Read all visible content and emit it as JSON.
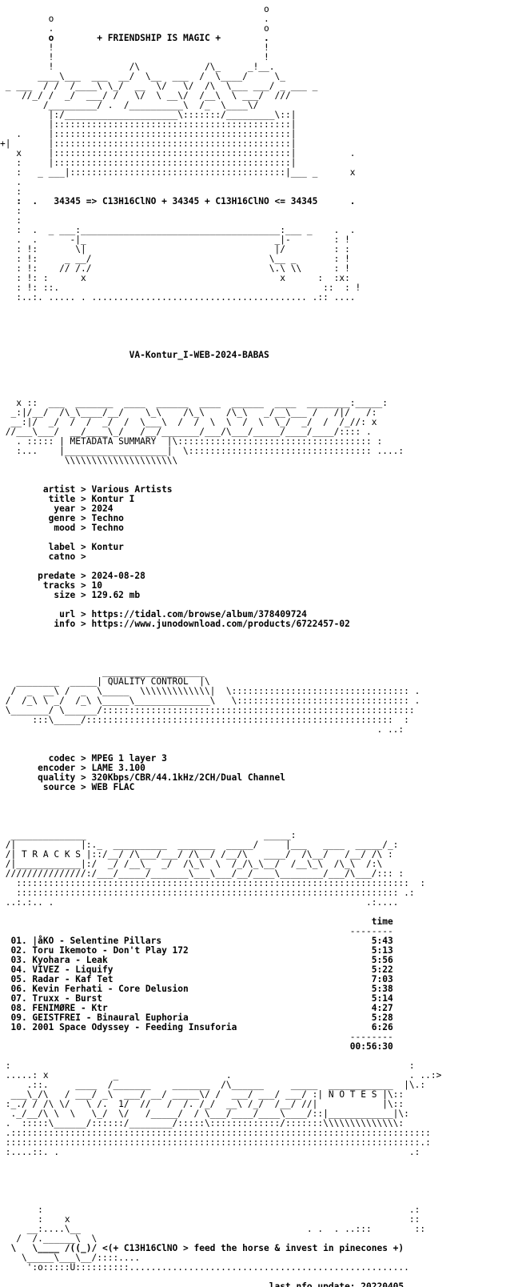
{
  "nfo": {
    "lines": [
      {
        "text": "                                                 o",
        "bold": false
      },
      {
        "text": "         o                                       .",
        "bold": false
      },
      {
        "text": "         .                                       o",
        "bold": false
      },
      {
        "text": "         o        + FRIENDSHIP IS MAGIC +        .",
        "bold": true
      },
      {
        "text": "         !                                       !",
        "bold": false
      },
      {
        "text": "         !                                       !",
        "bold": false
      },
      {
        "text": "         !              /\\            /\\_     _!__.",
        "bold": false
      },
      {
        "text": "       ____\\___  ___  __/  \\__  ___  /  \\____/     \\_",
        "bold": false
      },
      {
        "text": " _ ___  / /  /____\\ \\_/  __  \\/   \\/  /\\  \\___ ___/ _ ___ _",
        "bold": false
      },
      {
        "text": "    //_/ /  _/  ___/ /   \\/  \\ __\\/  /__\\  \\ ___/  /// ",
        "bold": false
      },
      {
        "text": "        /_________/ .  /__________\\  /_  \\____\\/",
        "bold": false
      },
      {
        "text": "         |:/_____________________\\:::::::/_________\\::|",
        "bold": false
      },
      {
        "text": "         |::::::::::::::::::::::::::::::::::::::::::::|",
        "bold": false
      },
      {
        "text": "   .     |::::::::::::::::::::::::::::::::::::::::::::|",
        "bold": false
      },
      {
        "text": "+|       |::::::::::::::::::::::::::::::::::::::::::::|",
        "bold": false
      },
      {
        "text": "   x     |::::::::::::::::::::::::::::::::::::::::::::|          .",
        "bold": false
      },
      {
        "text": "   :     |::::::::::::::::::::::::::::::::::::::::::::|",
        "bold": false
      },
      {
        "text": "   :   _ ___|::::::::::::::::::::::::::::::::::::::::|___ _      x",
        "bold": false
      },
      {
        "text": "   .",
        "bold": false
      },
      {
        "text": "   :",
        "bold": false
      },
      {
        "text": "   :  .   34345 => C13H16ClNO + 34345 + C13H16ClNO <= 34345      .",
        "bold": true
      },
      {
        "text": "   :",
        "bold": false
      },
      {
        "text": "   :",
        "bold": false
      },
      {
        "text": "   :  .  _ ___:_____________________________________:___ _    .  .",
        "bold": false
      },
      {
        "text": "   .  .      -|_                                   _|-        : !",
        "bold": false
      },
      {
        "text": "   : !:       \\|                                   |/         : :",
        "bold": false
      },
      {
        "text": "   : !:     _ __/                                 \\__ _       : !",
        "bold": false
      },
      {
        "text": "   : !:    // /./                                 \\.\\ \\\\      : !",
        "bold": false
      },
      {
        "text": "   : !: :      x                                    x      :  :x:",
        "bold": false
      },
      {
        "text": "   : !: ::.                                                 ::  : !",
        "bold": false
      },
      {
        "text": "   :..:. ..... . ........................................ .:: ....",
        "bold": false
      },
      {
        "text": "",
        "bold": false
      },
      {
        "text": "",
        "bold": false
      },
      {
        "text": "",
        "bold": false
      },
      {
        "text": "",
        "bold": false
      },
      {
        "text": "",
        "bold": false
      },
      {
        "text": "                        VA-Kontur_I-WEB-2024-BABAS",
        "bold": true
      },
      {
        "text": "",
        "bold": false
      },
      {
        "text": "",
        "bold": false
      },
      {
        "text": "",
        "bold": false
      },
      {
        "text": "",
        "bold": false
      },
      {
        "text": "   x ::  ___  _______  ____  ______  ____  ______  ____  ________:_____:",
        "bold": false
      },
      {
        "text": "  _:|/__/  /\\_\\____/__/    \\_\\    /\\_\\    /\\_\\   _/__\\___ /   /|/   /:",
        "bold": false
      },
      {
        "text": "  __:|/  _/  /  /  _/  /  \\___\\  /  /  \\  \\  /  \\  \\_/  _/  /  /_//: x",
        "bold": false
      },
      {
        "text": " //___\\___/  __/____\\_/   /__/_______/___/\\___/_____/____/____/:::: .",
        "bold": false
      },
      {
        "text": "   . ::::: | METADATA SUMMARY  |\\:::::::::::::::::::::::::::::::::::: :",
        "bold": false
      },
      {
        "text": "   :...    |___________________|  \\:::::::::::::::::::::::::::::::::: ....:",
        "bold": false
      },
      {
        "text": "            \\\\\\\\\\\\\\\\\\\\\\\\\\\\\\\\\\\\\\\\\\",
        "bold": false
      },
      {
        "text": "",
        "bold": false
      },
      {
        "text": "",
        "bold": false
      },
      {
        "text": "        artist > Various Artists",
        "bold": true
      },
      {
        "text": "         title > Kontur I",
        "bold": true
      },
      {
        "text": "          year > 2024",
        "bold": true
      },
      {
        "text": "         genre > Techno",
        "bold": true
      },
      {
        "text": "          mood > Techno",
        "bold": true
      },
      {
        "text": "",
        "bold": false
      },
      {
        "text": "         label > Kontur",
        "bold": true
      },
      {
        "text": "         catno >",
        "bold": true
      },
      {
        "text": "",
        "bold": false
      },
      {
        "text": "       predate > 2024-08-28",
        "bold": true
      },
      {
        "text": "        tracks > 10",
        "bold": true
      },
      {
        "text": "          size > 129.62 mb",
        "bold": true
      },
      {
        "text": "",
        "bold": false
      },
      {
        "text": "           url > https://tidal.com/browse/album/378409724",
        "bold": true
      },
      {
        "text": "          info > https://www.junodownload.com/products/6722457-02",
        "bold": true
      },
      {
        "text": "",
        "bold": false
      },
      {
        "text": "",
        "bold": false
      },
      {
        "text": "",
        "bold": false
      },
      {
        "text": "",
        "bold": false
      },
      {
        "text": "                   ___________________",
        "bold": false
      },
      {
        "text": "   ________  _____| QUALITY CONTROL  |\\",
        "bold": false
      },
      {
        "text": "  /  _  __\\ /  _  \\_____  \\\\\\\\\\\\\\\\\\\\\\\\\\|  \\::::::::::::::::::::::::::::::::: .",
        "bold": false
      },
      {
        "text": " /  /_\\ \\ _/  /_\\ \\_____\\______________\\   \\:::::::::::::::::::::::::::::::: .",
        "bold": false
      },
      {
        "text": " \\_______/ \\______/::::::::::::::::::::::::::::::::::::::::::::::::::::::::::",
        "bold": false
      },
      {
        "text": "      :::\\_____/:::::::::::::::::::::::::::::::::::::::::::::::::::::::::  :",
        "bold": false
      },
      {
        "text": "                                                                      . ..:",
        "bold": false
      },
      {
        "text": "",
        "bold": false
      },
      {
        "text": "",
        "bold": false
      },
      {
        "text": "         codec > MPEG 1 layer 3",
        "bold": true
      },
      {
        "text": "       encoder > LAME 3.100",
        "bold": true
      },
      {
        "text": "       quality > 320Kbps/CBR/44.1kHz/2CH/Dual Channel",
        "bold": true
      },
      {
        "text": "        source > WEB FLAC",
        "bold": true
      },
      {
        "text": "",
        "bold": false
      },
      {
        "text": "",
        "bold": false
      },
      {
        "text": "",
        "bold": false
      },
      {
        "text": "",
        "bold": false
      },
      {
        "text": "  ______________                                 _____:",
        "bold": false
      },
      {
        "text": " /|            |:._  __________  _______  _____/     |___   ____  _____/_:",
        "bold": false
      },
      {
        "text": " /| T R A C K S |::/__/ /\\___/___/ /\\__/ /__/\\   ____/  /\\__/   /__/ /\\ :",
        "bold": false
      },
      {
        "text": " /|____________|:/  _/ /__\\_  _/  /\\_\\  \\  /_/\\_\\__/  /__\\_\\  /\\_\\  /:\\",
        "bold": false
      },
      {
        "text": " ///////////////:/___/_____/_______\\___\\___/__/____\\________/___/\\___/::: :",
        "bold": false
      },
      {
        "text": "   :::::::::::::::::::::::::::::::::::::::::::::::::::::::::::::::::::::::::  :",
        "bold": false
      },
      {
        "text": "   ::::::::::::::::::::::::::::::::::::::::::::::::::::::::::::::::::::::: .:",
        "bold": false
      },
      {
        "text": " ..:.:.. .                                                          .:....",
        "bold": false
      },
      {
        "text": "",
        "bold": false
      },
      {
        "text": "                                                                     time",
        "bold": true
      },
      {
        "text": "                                                                 --------",
        "bold": false
      },
      {
        "text": "  01. |åKO - Selentine Pillars                                       5:43",
        "bold": true
      },
      {
        "text": "  02. Toru Ikemoto - Don't Play 172                                  5:13",
        "bold": true
      },
      {
        "text": "  03. Kyohara - Leak                                                 5:56",
        "bold": true
      },
      {
        "text": "  04. VIVEZ - Liquify                                                5:22",
        "bold": true
      },
      {
        "text": "  05. Radar - Kaf Tet                                                7:03",
        "bold": true
      },
      {
        "text": "  06. Kevin Ferhati - Core Delusion                                  5:38",
        "bold": true
      },
      {
        "text": "  07. Truxx - Burst                                                  5:14",
        "bold": true
      },
      {
        "text": "  08. FENIMØRE - Ktr                                                 4:27",
        "bold": true
      },
      {
        "text": "  09. GEISTFREI - Binaural Euphoria                                  5:28",
        "bold": true
      },
      {
        "text": "  10. 2001 Space Odyssey - Feeding Insuforia                         6:26",
        "bold": true
      },
      {
        "text": "                                                                 --------",
        "bold": false
      },
      {
        "text": "                                                                 00:56:30",
        "bold": true
      },
      {
        "text": "",
        "bold": false
      },
      {
        "text": " :                                                                          :",
        "bold": false
      },
      {
        "text": " .....: x            _                    .                                 . ..:>",
        "bold": false
      },
      {
        "text": "     .::.     ____  /_______    _______  /\\______     _____  ____________  |\\.:",
        "bold": false
      },
      {
        "text": "  ___\\_/\\   / ___/ _\\  ___/ __/ _____\\/ /  ___/ ___/ ___/ :| N O T E S |\\::",
        "bold": false
      },
      {
        "text": " :_./ / /\\ \\/   \\ /.  1/  //   /  /. /_/  __\\ /_/  /__/ //|            |\\::",
        "bold": false
      },
      {
        "text": "  ._/__/\\ \\  \\   \\_/  \\/   /_____/  / \\___/____/____\\____/::|____________|\\:",
        "bold": false
      },
      {
        "text": " .  :::::\\______/::::::/________/:::::\\:::::::::::::/:::::::\\\\\\\\\\\\\\\\\\\\\\\\\\\\:",
        "bold": false
      },
      {
        "text": " .::::::::::::::::::::::::::::::::::::::::::::::::::::::::::::::::::::::::::::::",
        "bold": false
      },
      {
        "text": " :::::::::::::::::::::::::::::::::::::::::::::::::::::::::::::::::::::::::::::.:",
        "bold": false
      },
      {
        "text": " :....::. .                                                                 .:",
        "bold": false
      },
      {
        "text": "",
        "bold": false
      },
      {
        "text": "",
        "bold": false
      },
      {
        "text": "",
        "bold": false
      },
      {
        "text": "",
        "bold": false
      },
      {
        "text": "",
        "bold": false
      },
      {
        "text": "       :                                                                    .:",
        "bold": false
      },
      {
        "text": "       :    x                                                               ::",
        "bold": false
      },
      {
        "text": "     __:....\\__                                          . .  . ..:::        ::",
        "bold": false
      },
      {
        "text": "   /  /.______\\  \\                                                           ",
        "bold": false
      },
      {
        "text": "  \\   \\____ /((_)/ <(+ C13H16ClNO > feed the horse & invest in pinecones +)",
        "bold": true
      },
      {
        "text": "    \\_____\\___\\__/::::....",
        "bold": false
      },
      {
        "text": "     ':o:::::U::::::::::....................................................",
        "bold": false
      },
      {
        "text": "",
        "bold": false
      },
      {
        "text": "                                                  last nfo update: 20220405",
        "bold": true
      }
    ]
  }
}
